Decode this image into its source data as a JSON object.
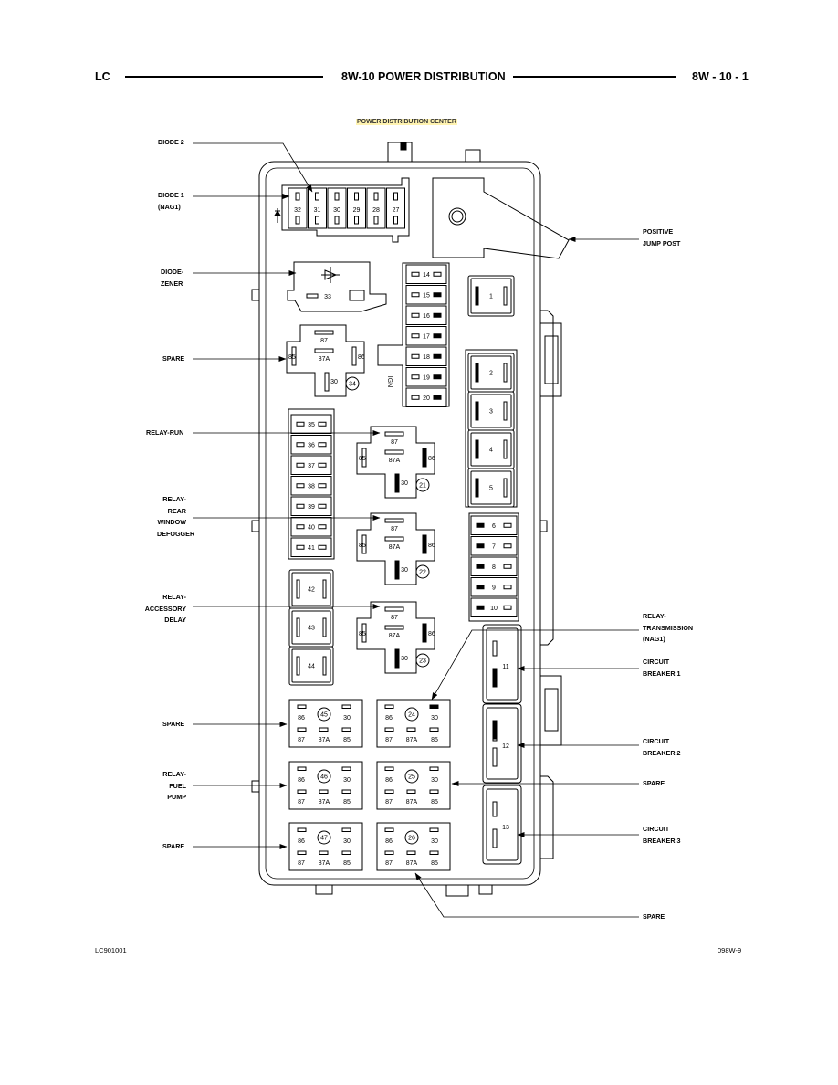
{
  "header": {
    "left": "LC",
    "center": "8W-10 POWER DISTRIBUTION",
    "right": "8W - 10 - 1"
  },
  "caption": "POWER DISTRIBUTION CENTER",
  "labels": {
    "diode2": "DIODE 2",
    "diode1": "DIODE 1\n(NAG1)",
    "diode_zener": "DIODE-\nZENER",
    "spare_top": "SPARE",
    "relay_run": "RELAY-RUN",
    "relay_rear": "RELAY-\nREAR\nWINDOW\nDEFOGGER",
    "relay_acc": "RELAY-\nACCESSORY\nDELAY",
    "spare_l1": "SPARE",
    "relay_fuel": "RELAY-\nFUEL\nPUMP",
    "spare_l2": "SPARE",
    "positive_jump": "POSITIVE\nJUMP POST",
    "relay_trans": "RELAY-\nTRANSMISSION\n(NAG1)",
    "cb1": "CIRCUIT\nBREAKER 1",
    "cb2": "CIRCUIT\nBREAKER 2",
    "spare_r1": "SPARE",
    "cb3": "CIRCUIT\nBREAKER 3",
    "spare_bottom": "SPARE"
  },
  "footer": {
    "left": "LC901001",
    "right": "098W-9"
  },
  "box": {
    "top_fuses": [
      "32",
      "31",
      "30",
      "29",
      "28",
      "27"
    ],
    "zener_fuse": "33",
    "ign_label": "IGN",
    "ign_fuses": [
      "14",
      "15",
      "16",
      "17",
      "18",
      "19",
      "20"
    ],
    "left_fuses": [
      "35",
      "36",
      "37",
      "38",
      "39",
      "40",
      "41"
    ],
    "cartridge_left": [
      "42",
      "43",
      "44"
    ],
    "cartridge_right_top": "1",
    "cartridge_right": [
      "2",
      "3",
      "4",
      "5"
    ],
    "right_fuses": [
      "6",
      "7",
      "8",
      "9",
      "10"
    ],
    "breakers": [
      "11",
      "12",
      "13"
    ],
    "relay_spare_top": {
      "number": "34",
      "pins": [
        "87",
        "85",
        "87A",
        "86",
        "30"
      ]
    },
    "relays_mid": [
      {
        "number": "21",
        "pins": [
          "87",
          "85",
          "87A",
          "86",
          "30"
        ]
      },
      {
        "number": "22",
        "pins": [
          "87",
          "85",
          "87A",
          "86",
          "30"
        ]
      },
      {
        "number": "23",
        "pins": [
          "87",
          "85",
          "87A",
          "86",
          "30"
        ]
      }
    ],
    "micro_relays": [
      {
        "number": "45",
        "pins": [
          "86",
          "30",
          "87",
          "87A",
          "85"
        ]
      },
      {
        "number": "24",
        "pins": [
          "86",
          "30",
          "87",
          "87A",
          "85"
        ]
      },
      {
        "number": "46",
        "pins": [
          "86",
          "30",
          "87",
          "87A",
          "85"
        ]
      },
      {
        "number": "25",
        "pins": [
          "86",
          "30",
          "87",
          "87A",
          "85"
        ]
      },
      {
        "number": "47",
        "pins": [
          "86",
          "30",
          "87",
          "87A",
          "85"
        ]
      },
      {
        "number": "26",
        "pins": [
          "86",
          "30",
          "87",
          "87A",
          "85"
        ]
      }
    ]
  }
}
